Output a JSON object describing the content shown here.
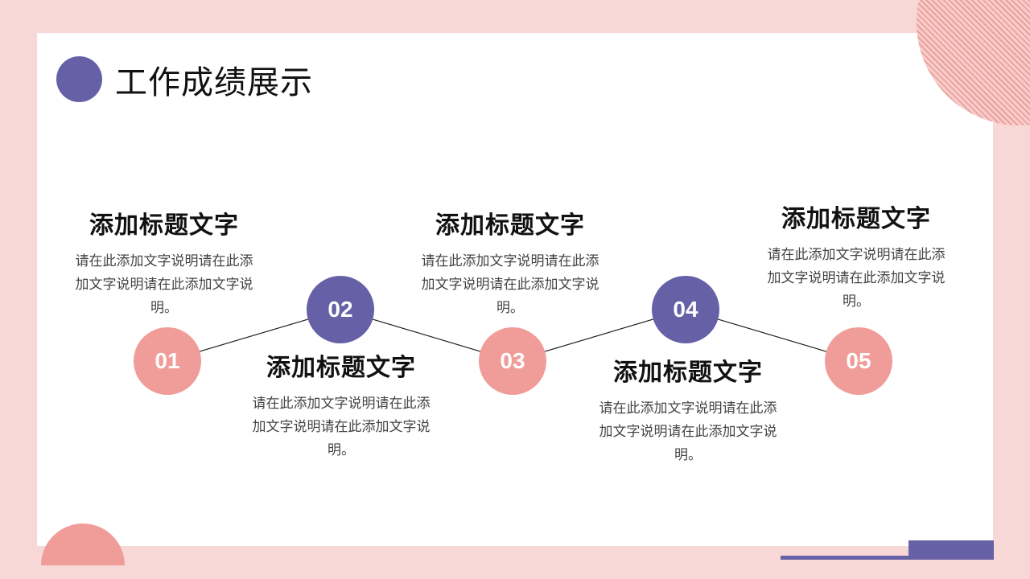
{
  "page": {
    "title": "工作成绩展示"
  },
  "colors": {
    "pink": "#f09d9a",
    "purple": "#6660a6",
    "background": "#f8d8d7",
    "panel": "#ffffff"
  },
  "steps": [
    {
      "number": "01",
      "color": "pink",
      "heading": "添加标题文字",
      "text": "请在此添加文字说明请在此添加文字说明请在此添加文字说明。",
      "text_position": "above"
    },
    {
      "number": "02",
      "color": "purple",
      "heading": "添加标题文字",
      "text": "请在此添加文字说明请在此添加文字说明请在此添加文字说明。",
      "text_position": "below"
    },
    {
      "number": "03",
      "color": "pink",
      "heading": "添加标题文字",
      "text": "请在此添加文字说明请在此添加文字说明请在此添加文字说明。",
      "text_position": "above"
    },
    {
      "number": "04",
      "color": "purple",
      "heading": "添加标题文字",
      "text": "请在此添加文字说明请在此添加文字说明请在此添加文字说明。",
      "text_position": "below"
    },
    {
      "number": "05",
      "color": "pink",
      "heading": "添加标题文字",
      "text": "请在此添加文字说明请在此添加文字说明请在此添加文字说明。",
      "text_position": "above"
    }
  ]
}
